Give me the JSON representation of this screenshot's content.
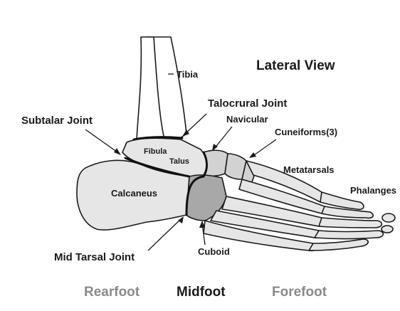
{
  "title": "Lateral View",
  "labels": {
    "tibia": "Tibia",
    "talocrural_joint": "Talocrural Joint",
    "subtalar_joint": "Subtalar Joint",
    "navicular": "Navicular",
    "cuneiforms": "Cuneiforms(3)",
    "fibula": "Fibula",
    "talus": "Talus",
    "metatarsals": "Metatarsals",
    "phalanges": "Phalanges",
    "calcaneus": "Calcaneus",
    "mid_tarsal_joint": "Mid Tarsal Joint",
    "cuboid": "Cuboid"
  },
  "regions": {
    "rearfoot": "Rearfoot",
    "midfoot": "Midfoot",
    "forefoot": "Forefoot"
  },
  "colors": {
    "rearfoot": "#8a8a8a",
    "midfoot": "#1a1a1a",
    "forefoot": "#8a8a8a"
  }
}
